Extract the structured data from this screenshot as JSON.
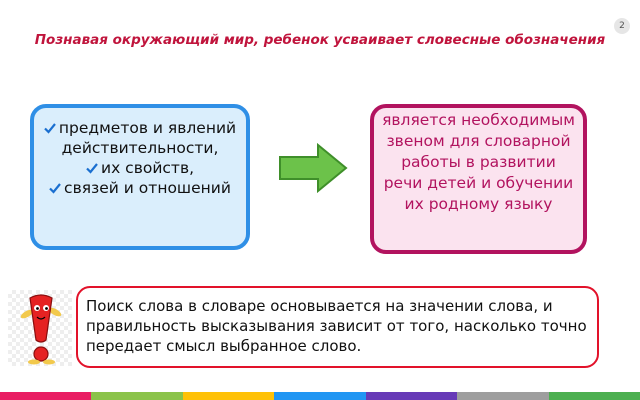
{
  "slide_number": "2",
  "title": "Познавая окружающий мир, ребенок усваивает словесные обозначения",
  "left_box": {
    "items": [
      "предметов и явлений действительности,",
      "их свойств,",
      "связей и отношений"
    ]
  },
  "right_box": {
    "text": "является необходимым звеном для словарной работы в развитии речи детей и обучении их родному языку"
  },
  "note": {
    "text": "Поиск слова в словаре основывается на значении слова, и правильность высказывания зависит от того, насколько точно передает смысл выбранное слово."
  },
  "icons": {
    "arrow": "arrow-right-icon",
    "exclamation": "exclamation-character-icon"
  },
  "colors": {
    "title": "#c0143c",
    "left_border": "#2f8fe6",
    "left_fill": "#daeefc",
    "right_border": "#b2135f",
    "right_fill": "#fbe3ef",
    "arrow_fill": "#6cc24a",
    "note_border": "#e2122a"
  }
}
